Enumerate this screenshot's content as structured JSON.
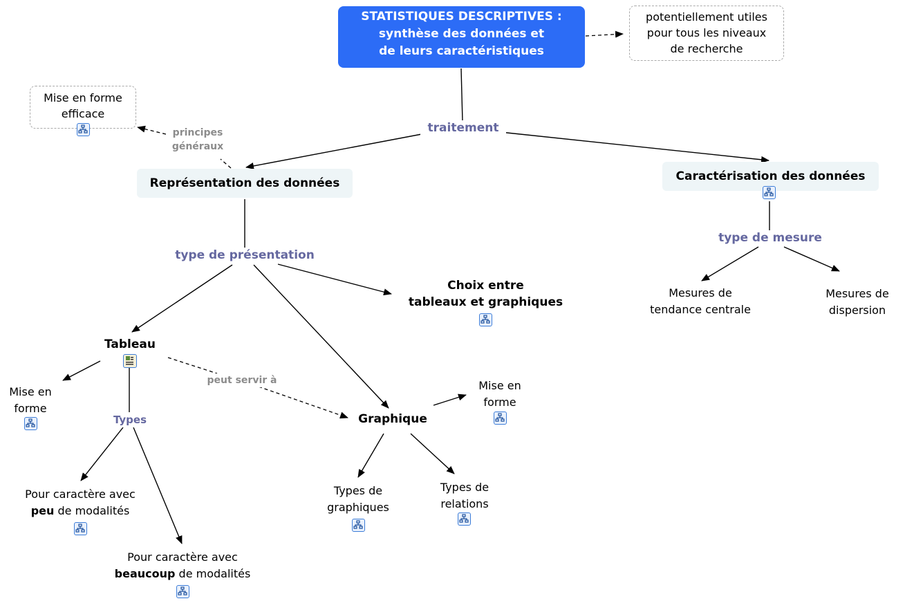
{
  "root": {
    "line1": "STATISTIQUES DESCRIPTIVES :",
    "line2": "synthèse des données et",
    "line3": "de leurs caractéristiques"
  },
  "note_utiles": {
    "line1": "potentiellement utiles",
    "line2": "pour tous les niveaux",
    "line3": "de recherche"
  },
  "mise_en_forme_efficace": {
    "line1": "Mise en forme",
    "line2": "efficace"
  },
  "representation": "Représentation des données",
  "caracterisation": "Caractérisation des données",
  "choix": {
    "line1": "Choix entre",
    "line2": "tableaux et graphiques"
  },
  "tableau": "Tableau",
  "graphique": "Graphique",
  "mise_en_forme_tab": {
    "line1": "Mise en",
    "line2": "forme"
  },
  "mise_en_forme_gra": {
    "line1": "Mise en",
    "line2": "forme"
  },
  "pour_peu": {
    "line1": "Pour caractère avec",
    "bold": "peu",
    "rest": " de modalités"
  },
  "pour_beaucoup": {
    "line1": "Pour caractère avec",
    "bold": "beaucoup",
    "rest": " de modalités"
  },
  "types_graphiques": {
    "line1": "Types de",
    "line2": "graphiques"
  },
  "types_relations": {
    "line1": "Types de",
    "line2": "relations"
  },
  "mesures_tendance": {
    "line1": "Mesures de",
    "line2": "tendance centrale"
  },
  "mesures_dispersion": {
    "line1": "Mesures de",
    "line2": "dispersion"
  },
  "links": {
    "traitement": "traitement",
    "principes": {
      "line1": "principes",
      "line2": "généraux"
    },
    "type_presentation": "type de présentation",
    "type_mesure": "type de mesure",
    "types": "Types",
    "peut_servir": "peut servir à"
  },
  "icons": {
    "submap": "concept-map-icon",
    "document": "document-icon"
  },
  "colors": {
    "root_fill": "#2c6cf6",
    "link_label": "#6568a0",
    "dashed_label": "#8c8c8c",
    "soft_box": "#eef5f7"
  }
}
